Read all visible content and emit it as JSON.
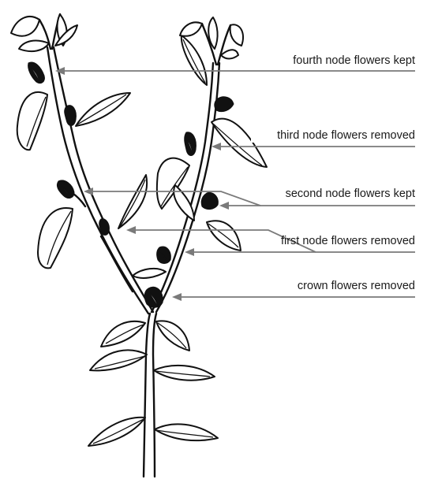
{
  "labels": {
    "fourth": "fourth node flowers kept",
    "third": "third node flowers removed",
    "second": "second node flowers kept",
    "first": "first node flowers removed",
    "crown": "crown flowers removed"
  },
  "colors": {
    "arrow": "#7a7a7a",
    "ink": "#111111",
    "text": "#1a1a1a"
  }
}
